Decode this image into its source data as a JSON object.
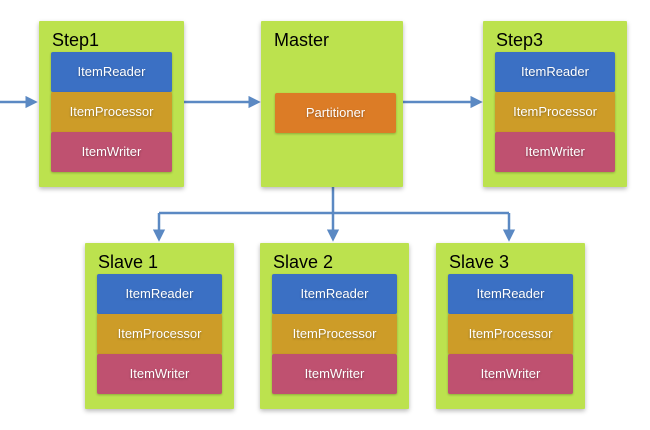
{
  "diagram": {
    "colors": {
      "node_bg": "#bce24e",
      "reader": "#3b70c4",
      "processor": "#cd9c28",
      "writer": "#bf5170",
      "partitioner": "#dc7c26",
      "arrow": "#5b89c3",
      "title_text": "#000000",
      "component_text": "#ffffff"
    },
    "nodes": {
      "step1": {
        "title": "Step1",
        "components": [
          "ItemReader",
          "ItemProcessor",
          "ItemWriter"
        ]
      },
      "master": {
        "title": "Master",
        "components": [
          "Partitioner"
        ]
      },
      "step3": {
        "title": "Step3",
        "components": [
          "ItemReader",
          "ItemProcessor",
          "ItemWriter"
        ]
      },
      "slave1": {
        "title": "Slave 1",
        "components": [
          "ItemReader",
          "ItemProcessor",
          "ItemWriter"
        ]
      },
      "slave2": {
        "title": "Slave 2",
        "components": [
          "ItemReader",
          "ItemProcessor",
          "ItemWriter"
        ]
      },
      "slave3": {
        "title": "Slave 3",
        "components": [
          "ItemReader",
          "ItemProcessor",
          "ItemWriter"
        ]
      }
    },
    "edges": [
      {
        "from": "external-left",
        "to": "step1"
      },
      {
        "from": "step1",
        "to": "master"
      },
      {
        "from": "master",
        "to": "step3"
      },
      {
        "from": "master",
        "to": "slave1"
      },
      {
        "from": "master",
        "to": "slave2"
      },
      {
        "from": "master",
        "to": "slave3"
      }
    ]
  }
}
